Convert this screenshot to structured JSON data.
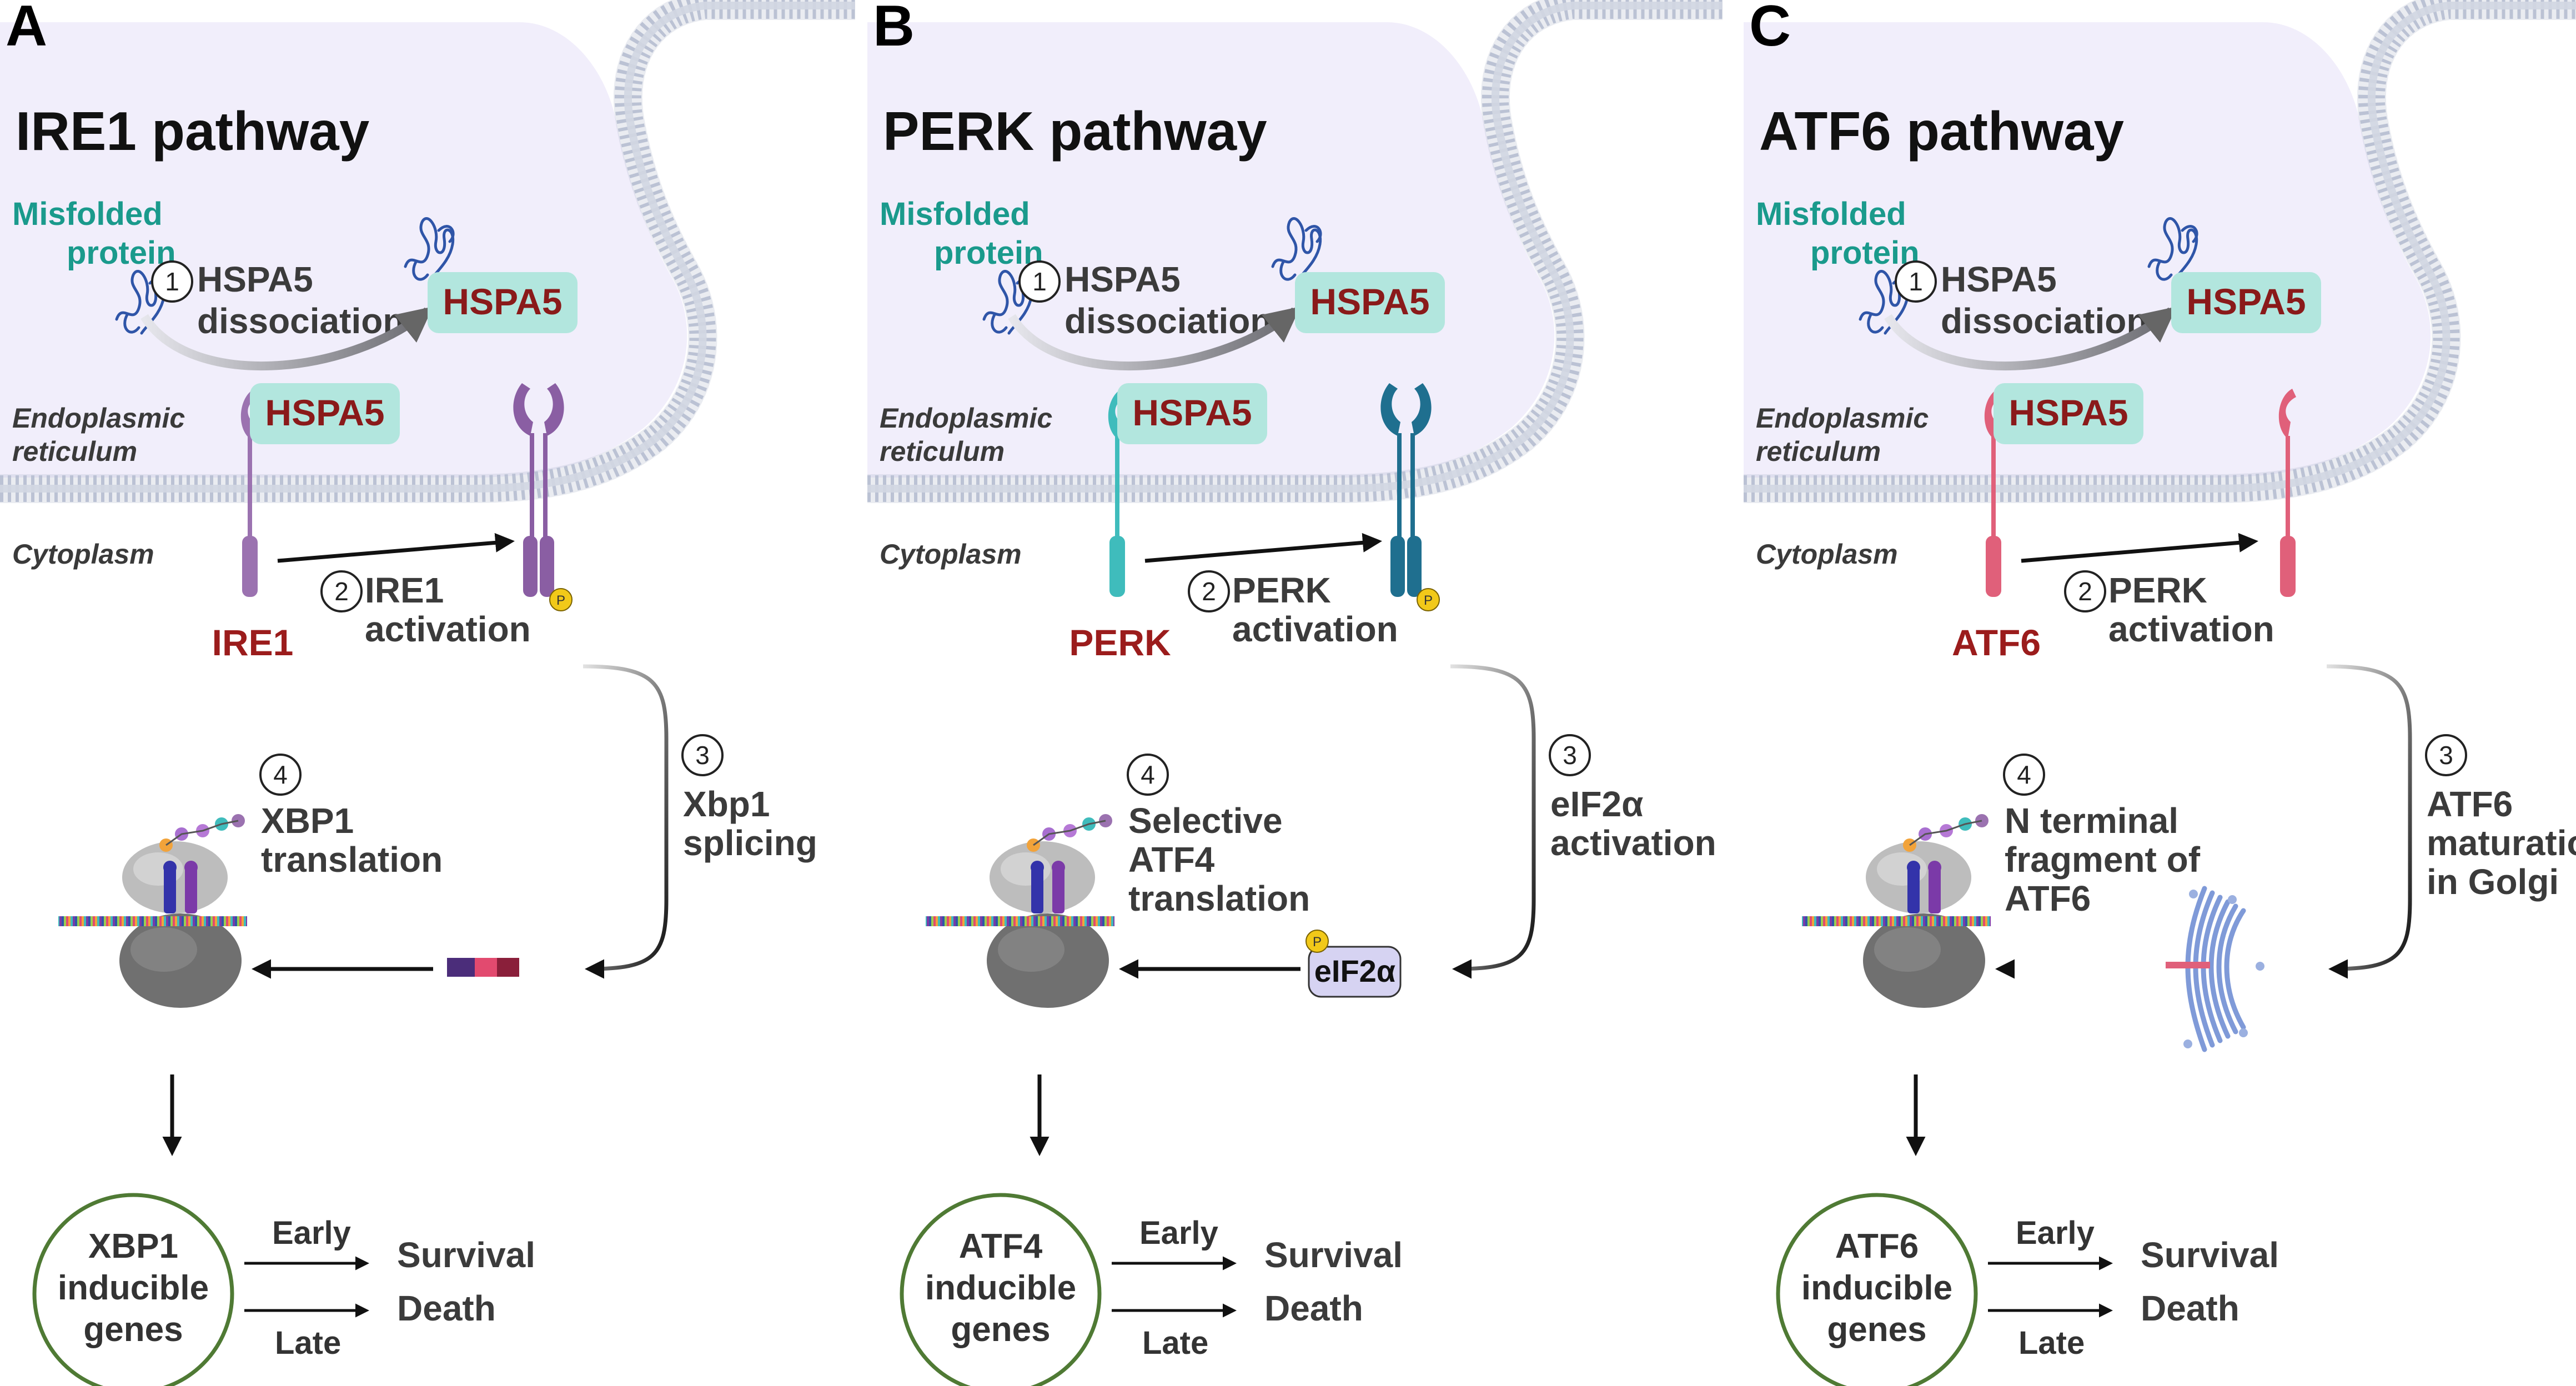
{
  "panels": [
    {
      "letter": "A",
      "title": "IRE1 pathway",
      "misfolded_line1": "Misfolded",
      "misfolded_line2": "protein",
      "step1_num": "1",
      "step1_line1": "HSPA5",
      "step1_line2": "dissociation",
      "chaperone": "HSPA5",
      "er_line1": "Endoplasmic",
      "er_line2": "reticulum",
      "cytoplasm": "Cytoplasm",
      "sensor": "IRE1",
      "step2_num": "2",
      "step2_line1": "IRE1",
      "step2_line2": "activation",
      "phospho": "P",
      "step3_num": "3",
      "step3_lines": [
        "Xbp1",
        "splicing"
      ],
      "intermediate": "xbp1-mrna",
      "step4_num": "4",
      "step4_lines": [
        "XBP1",
        "translation"
      ],
      "genes_lines": [
        "XBP1",
        "inducible",
        "genes"
      ],
      "early": "Early",
      "late": "Late",
      "survival": "Survival",
      "death": "Death",
      "sensor_color": "#9b72b0",
      "sensor_dark": "#8a5ea3"
    },
    {
      "letter": "B",
      "title": "PERK pathway",
      "misfolded_line1": "Misfolded",
      "misfolded_line2": "protein",
      "step1_num": "1",
      "step1_line1": "HSPA5",
      "step1_line2": "dissociation",
      "chaperone": "HSPA5",
      "er_line1": "Endoplasmic",
      "er_line2": "reticulum",
      "cytoplasm": "Cytoplasm",
      "sensor": "PERK",
      "step2_num": "2",
      "step2_line1": "PERK",
      "step2_line2": "activation",
      "phospho": "P",
      "step3_num": "3",
      "step3_lines": [
        "eIF2α",
        "activation"
      ],
      "intermediate": "eif2a",
      "eif_label": "eIF2α",
      "step4_num": "4",
      "step4_lines": [
        "Selective",
        "ATF4",
        "translation"
      ],
      "genes_lines": [
        "ATF4",
        "inducible",
        "genes"
      ],
      "early": "Early",
      "late": "Late",
      "survival": "Survival",
      "death": "Death",
      "sensor_color": "#3fbcbc",
      "sensor_dark": "#1f6f8f"
    },
    {
      "letter": "C",
      "title": "ATF6 pathway",
      "misfolded_line1": "Misfolded",
      "misfolded_line2": "protein",
      "step1_num": "1",
      "step1_line1": "HSPA5",
      "step1_line2": "dissociation",
      "chaperone": "HSPA5",
      "er_line1": "Endoplasmic",
      "er_line2": "reticulum",
      "cytoplasm": "Cytoplasm",
      "sensor": "ATF6",
      "step2_num": "2",
      "step2_line1": "PERK",
      "step2_line2": "activation",
      "step3_num": "3",
      "step3_lines": [
        "ATF6",
        "maturation",
        "in Golgi"
      ],
      "intermediate": "golgi",
      "step4_num": "4",
      "step4_lines": [
        "N terminal",
        "fragment of",
        "ATF6"
      ],
      "genes_lines": [
        "ATF6",
        "inducible",
        "genes"
      ],
      "early": "Early",
      "late": "Late",
      "survival": "Survival",
      "death": "Death",
      "sensor_color": "#e0607a",
      "sensor_dark": "#e0607a"
    }
  ],
  "colors": {
    "er_fill": "#f1eefb",
    "membrane": "#b9c1d4",
    "hspa5_box": "#b2e6de",
    "phospho": "#f2c919",
    "gene_circle_stroke": "#4f7a34",
    "gene_circle_fill": "#ffffff",
    "eif_box": "#d6d3f2",
    "ribosome": "#8f8f8f"
  }
}
